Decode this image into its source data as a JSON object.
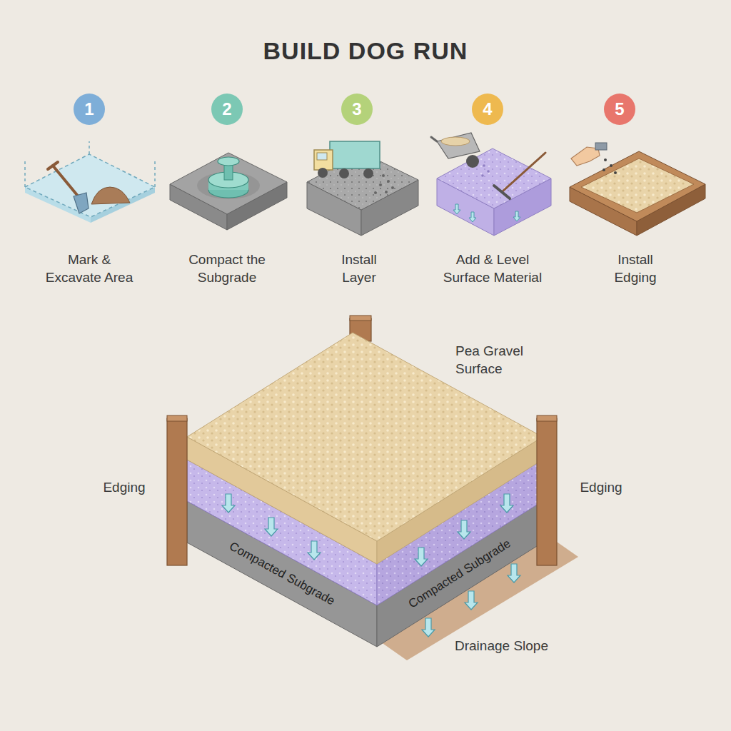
{
  "diagram": {
    "title": "BUILD DOG RUN",
    "nodes": [
      {
        "text": [
          "1"
        ]
      },
      {
        "text": [
          "2"
        ]
      },
      {
        "text": [
          "3"
        ]
      },
      {
        "text": [
          "4"
        ]
      },
      {
        "text": [
          "5"
        ]
      }
    ],
    "labels": [
      "Mark & Excavate Area",
      "Compact the Subgrade",
      "Install Layer",
      "Add & Level Surface Material",
      "Install Edging",
      "Pea Gravel Surface",
      "Edging",
      "Edging",
      "Compacted Subgrade",
      "Compacted Subgrade",
      "Drainage Slope"
    ]
  }
}
